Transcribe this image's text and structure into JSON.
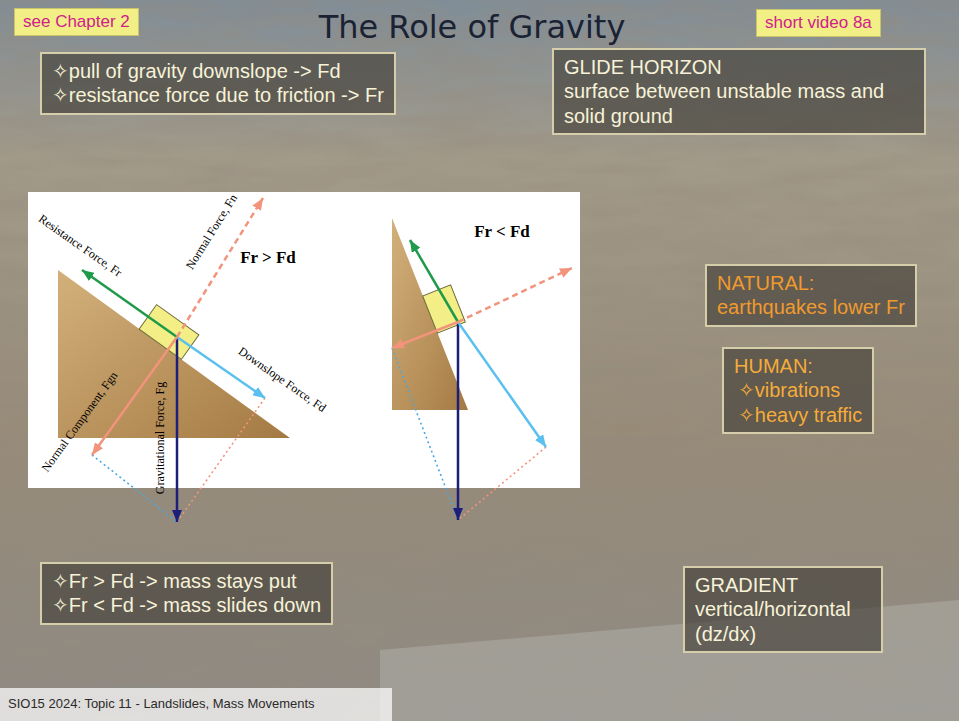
{
  "diagram": {
    "title": "The Role of Gravity",
    "nodes": [
      {
        "text": [
          "see Chapter 2"
        ]
      },
      {
        "text": [
          "short video 8a"
        ]
      },
      {
        "text": [
          "✧pull of gravity downslope -> Fd",
          "✧resistance force due to friction -> Fr"
        ]
      },
      {
        "text": [
          "GLIDE HORIZON",
          "surface between unstable mass and solid ground"
        ]
      },
      {
        "text": [
          "NATURAL:",
          "earthquakes lower Fr"
        ]
      },
      {
        "text": [
          "HUMAN:",
          "✧vibrations",
          "✧heavy traffic"
        ]
      },
      {
        "text": [
          "✧Fr > Fd -> mass stays put",
          "✧Fr < Fd -> mass slides down"
        ]
      },
      {
        "text": [
          "GRADIENT",
          "vertical/horizontal (dz/dx)"
        ]
      },
      {
        "text": [
          "SIO15 2024: Topic 11 - Landslides, Mass Movements"
        ]
      }
    ],
    "labels": [
      "Resistance Force, Fr",
      "Normal Force, Fn",
      "Fr > Fd",
      "Downslope Force, Fd",
      "Normal Component, Fgn",
      "Gravitational Force, Fg",
      "Fr < Fd"
    ]
  }
}
